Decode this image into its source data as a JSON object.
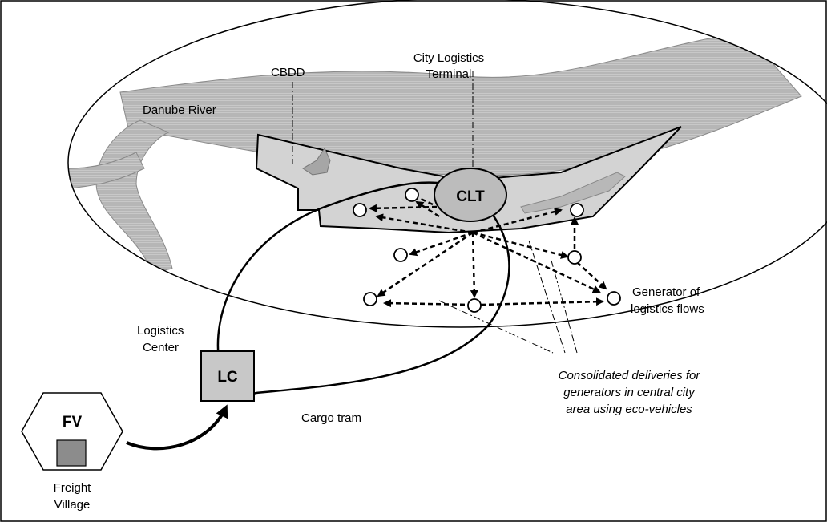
{
  "labels": {
    "cbdd": "CBDD",
    "clt_title_line1": "City Logistics",
    "clt_title_line2": "Terminal",
    "river": "Danube River",
    "generator_line1": "Generator of",
    "generator_line2": "logistics flows",
    "logistics_center_line1": "Logistics",
    "logistics_center_line2": "Center",
    "cargo_tram": "Cargo tram",
    "consolidated_line1": "Consolidated deliveries for",
    "consolidated_line2": "generators in central city",
    "consolidated_line3": "area using eco-vehicles",
    "freight_village_line1": "Freight",
    "freight_village_line2": "Village"
  },
  "nodes": {
    "clt": "CLT",
    "lc": "LC",
    "fv": "FV"
  },
  "colors": {
    "river": "#bdbdbd",
    "district": "#d3d3d3",
    "clt_fill": "#bcbcbc",
    "lc_fill": "#c8c8c8",
    "fv_square": "#8c8c8c",
    "stroke": "#000000"
  }
}
